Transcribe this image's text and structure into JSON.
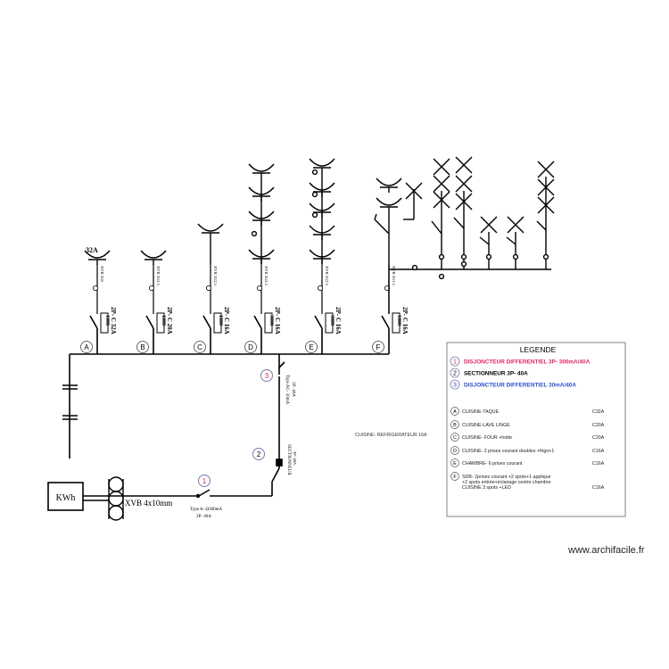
{
  "meter": {
    "label": "KWh"
  },
  "cable": {
    "label": "XVB 4x10mm"
  },
  "main_breaker": {
    "number": "1",
    "label": "Type A- Ω300mA",
    "rating": "3P- 40A",
    "number_color": "#e0245e"
  },
  "disconnector": {
    "number": "2",
    "label": "SECTIONNEUR",
    "rating": "3P- 40A",
    "number_color": "#000000"
  },
  "diff_breaker": {
    "number": "3",
    "label": "Type AC- 30mA",
    "rating": "3P- 40A",
    "number_color": "#2b50c8"
  },
  "circuits": [
    {
      "letter": "A",
      "breaker": "2P- C 32A",
      "cable": "XVB 3G6",
      "box": "1000",
      "top_label": "32A"
    },
    {
      "letter": "B",
      "breaker": "2P- C 20A",
      "cable": "XVB 3G2.5",
      "box": "1000"
    },
    {
      "letter": "C",
      "breaker": "2P- C 16A",
      "cable": "XVB 3G2.5",
      "box": "1000"
    },
    {
      "letter": "D",
      "breaker": "2P- C 16A",
      "cable": "XVB 3G2.5",
      "box": "3000"
    },
    {
      "letter": "E",
      "breaker": "2P- C 16A",
      "cable": "XVB 3G2.5",
      "box": "3000"
    },
    {
      "letter": "F",
      "breaker": "2P- C 16A",
      "cable": "XVB 3G1.5",
      "box": "1000"
    }
  ],
  "floating_label": "CUISINE-  REFRIGERATEUR 16A",
  "legend": {
    "title": "LEGENDE",
    "devices": [
      {
        "number": "1",
        "text": "DISJONCTEUR DIFFERENTIEL 3P- 300mA/40A",
        "color": "#e0245e"
      },
      {
        "number": "2",
        "text": "SECTIONNEUR 3P- 40A",
        "color": "#000000"
      },
      {
        "number": "3",
        "text": "DISJONCTEUR DIFFERENTIEL 30mA/40A",
        "color": "#2b50c8"
      }
    ],
    "circuits": [
      {
        "letter": "A",
        "text": "CUISINE-TAQUE",
        "rating": "C32A"
      },
      {
        "letter": "B",
        "text": "CUISINE-LAVE LINGE",
        "rating": "C20A"
      },
      {
        "letter": "C",
        "text": "CUISINE-  FOUR  +hotte",
        "rating": "C20A"
      },
      {
        "letter": "D",
        "text": "CUISINE-  2 prises courant doubles +frigo+1",
        "rating": "C16A"
      },
      {
        "letter": "E",
        "text": "CHAMBRE-  6 prises courant",
        "rating": "C16A"
      },
      {
        "letter": "F",
        "text": "SDB-   2prises courant +2 spots+1 applique",
        "text2": "+2 spots entrée+éclairage centre chambre",
        "text3": "CUISINE 3 spots +LED",
        "rating": "C16A"
      }
    ]
  },
  "watermark": "www.archifacile.fr"
}
